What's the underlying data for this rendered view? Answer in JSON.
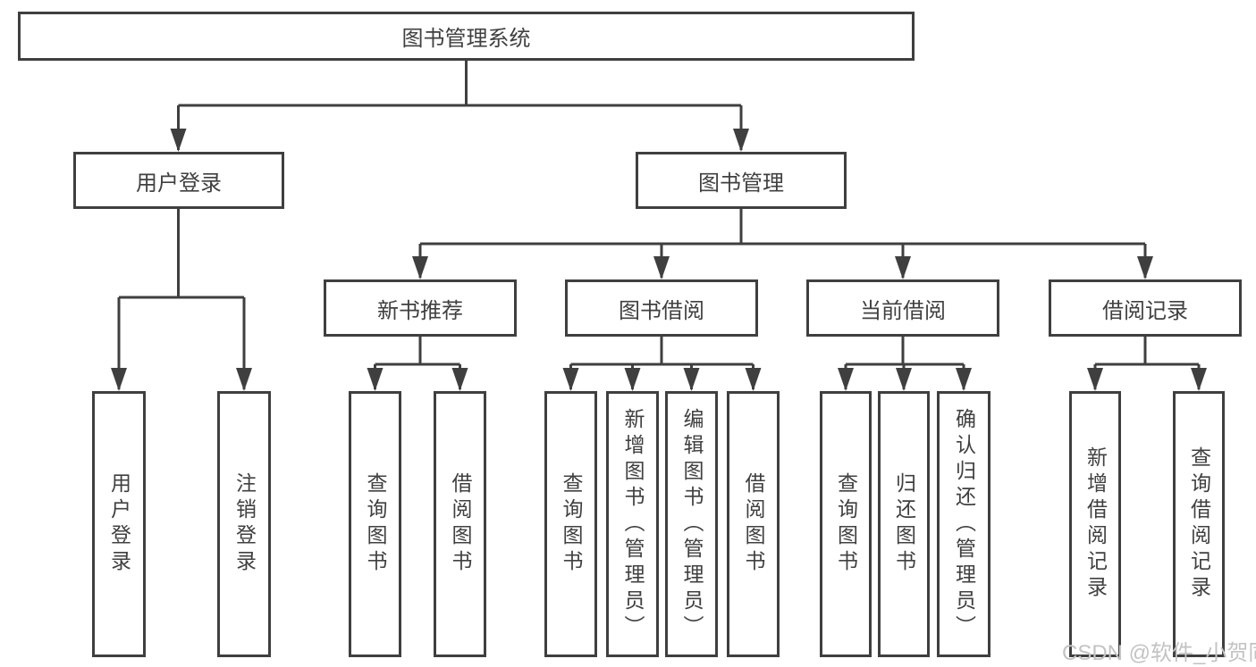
{
  "tree": {
    "root": {
      "label": "图书管理系统",
      "children": [
        {
          "label": "用户登录",
          "children": [
            {
              "label": "用户登录"
            },
            {
              "label": "注销登录"
            }
          ]
        },
        {
          "label": "图书管理",
          "children": [
            {
              "label": "新书推荐",
              "children": [
                {
                  "label": "查询图书"
                },
                {
                  "label": "借阅图书"
                }
              ]
            },
            {
              "label": "图书借阅",
              "children": [
                {
                  "label": "查询图书"
                },
                {
                  "label": "新增图书（管理员）"
                },
                {
                  "label": "编辑图书（管理员）"
                },
                {
                  "label": "借阅图书"
                }
              ]
            },
            {
              "label": "当前借阅",
              "children": [
                {
                  "label": "查询图书"
                },
                {
                  "label": "归还图书"
                },
                {
                  "label": "确认归还（管理员）"
                }
              ]
            },
            {
              "label": "借阅记录",
              "children": [
                {
                  "label": "新增借阅记录"
                },
                {
                  "label": "查询借阅记录"
                }
              ]
            }
          ]
        }
      ]
    }
  },
  "watermark": {
    "text": "CSDN @软件_小贺同学"
  },
  "colors": {
    "line": "#3f3f3f",
    "text": "#404040",
    "watermark": "#c3c3c3",
    "background": "#ffffff"
  }
}
